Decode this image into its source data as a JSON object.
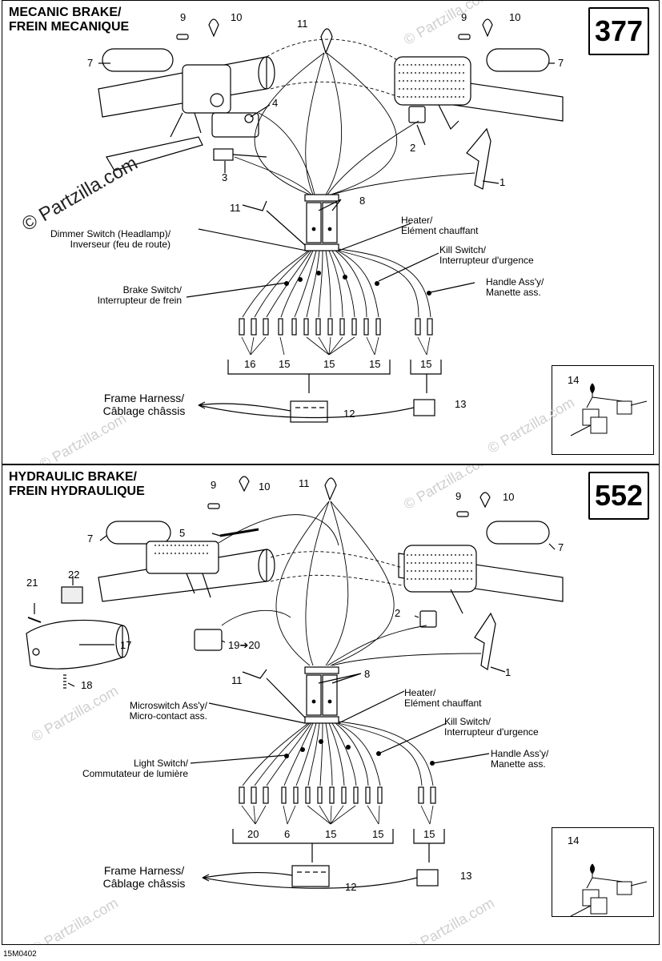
{
  "top": {
    "title_en": "MECANIC BRAKE/",
    "title_fr": "FREIN MECANIQUE",
    "code": "377",
    "callouts": {
      "n1": "1",
      "n2": "2",
      "n3": "3",
      "n4": "4",
      "n7a": "7",
      "n7b": "7",
      "n9a": "9",
      "n9b": "9",
      "n10a": "10",
      "n10b": "10",
      "n11a": "11",
      "n11b": "11",
      "n8": "8",
      "n12": "12",
      "n13": "13",
      "n14": "14",
      "g16": "16",
      "g15a": "15",
      "g15b": "15",
      "g15c": "15",
      "g15d": "15"
    },
    "labels": {
      "dimmer_en": "Dimmer Switch (Headlamp)/",
      "dimmer_fr": "Inverseur (feu de route)",
      "heater_en": "Heater/",
      "heater_fr": "Elément chauffant",
      "kill_en": "Kill Switch/",
      "kill_fr": "Interrupteur d'urgence",
      "brake_en": "Brake Switch/",
      "brake_fr": "Interrupteur de frein",
      "handle_en": "Handle Ass'y/",
      "handle_fr": "Manette ass.",
      "frame_en": "Frame Harness/",
      "frame_fr": "Câblage châssis"
    }
  },
  "bottom": {
    "title_en": "HYDRAULIC BRAKE/",
    "title_fr": "FREIN HYDRAULIQUE",
    "code": "552",
    "callouts": {
      "n1": "1",
      "n2": "2",
      "n5": "5",
      "n7a": "7",
      "n7b": "7",
      "n9a": "9",
      "n9b": "9",
      "n10a": "10",
      "n10b": "10",
      "n11a": "11",
      "n11b": "11",
      "n8": "8",
      "n12": "12",
      "n13": "13",
      "n14": "14",
      "n17": "17",
      "n18": "18",
      "n19_20": "19➔20",
      "n21": "21",
      "n22": "22",
      "g20": "20",
      "g6": "6",
      "g15a": "15",
      "g15b": "15",
      "g15c": "15"
    },
    "labels": {
      "micro_en": "Microswitch Ass'y/",
      "micro_fr": "Micro-contact ass.",
      "heater_en": "Heater/",
      "heater_fr": "Elément chauffant",
      "kill_en": "Kill Switch/",
      "kill_fr": "Interrupteur d'urgence",
      "light_en": "Light Switch/",
      "light_fr": "Commutateur de lumière",
      "handle_en": "Handle Ass'y/",
      "handle_fr": "Manette ass.",
      "frame_en": "Frame Harness/",
      "frame_fr": "Câblage châssis"
    }
  },
  "watermark": "© Partzilla.com",
  "figure_code": "15M0402"
}
